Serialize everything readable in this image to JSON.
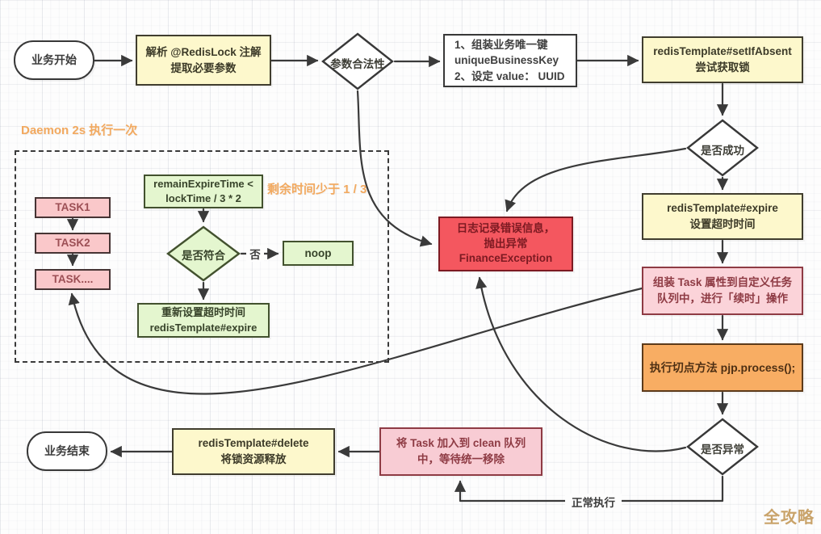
{
  "watermark": "全攻略",
  "labels": {
    "daemon": "Daemon 2s 执行一次",
    "remain_hint": "剩余时间少于 1 / 3",
    "no": "否",
    "normal_exec": "正常执行"
  },
  "colors": {
    "line": "#3a3a3a",
    "yellow_fill": "#fdf8cc",
    "green_fill": "#e4f6cf",
    "pink_fill": "#fbd3d9",
    "task_pink_fill": "#fac8ca",
    "red_fill": "#f4575f",
    "orange_fill": "#f8ad63",
    "hint_orange": "#f2a95f",
    "watermark_gold": "#c9a36a"
  },
  "nodes": {
    "start": {
      "label": "业务开始"
    },
    "parse": {
      "line1": "解析 @RedisLock 注解",
      "line2": "提取必要参数"
    },
    "param_check": {
      "label": "参数合法性"
    },
    "assemble_key": {
      "line1": "1、组装业务唯一键",
      "line2": "uniqueBusinessKey",
      "line3": "2、设定 value： UUID"
    },
    "set_if_absent": {
      "line1": "redisTemplate#setIfAbsent",
      "line2": "尝试获取锁"
    },
    "success_check": {
      "label": "是否成功"
    },
    "expire": {
      "line1": "redisTemplate#expire",
      "line2": "设置超时时间"
    },
    "task_queue": {
      "line1": "组装 Task 属性到自定义任务",
      "line2": "队列中，进行「续时」操作"
    },
    "pjp": {
      "label": "执行切点方法 pjp.process();"
    },
    "exception_check": {
      "label": "是否异常"
    },
    "error": {
      "line1": "日志记录错误信息，",
      "line2": "抛出异常",
      "line3": "FinanceException"
    },
    "task1": {
      "label": "TASK1"
    },
    "task2": {
      "label": "TASK2"
    },
    "task_more": {
      "label": "TASK...."
    },
    "remain": {
      "line1": "remainExpireTime <",
      "line2": "lockTime / 3 * 2"
    },
    "match_check": {
      "label": "是否符合"
    },
    "noop": {
      "label": "noop"
    },
    "reset_expire": {
      "line1": "重新设置超时时间",
      "line2": "redisTemplate#expire"
    },
    "end": {
      "label": "业务结束"
    },
    "delete": {
      "line1": "redisTemplate#delete",
      "line2": "将锁资源释放"
    },
    "clean_queue": {
      "line1": "将 Task 加入到 clean 队列",
      "line2": "中，等待统一移除"
    }
  }
}
